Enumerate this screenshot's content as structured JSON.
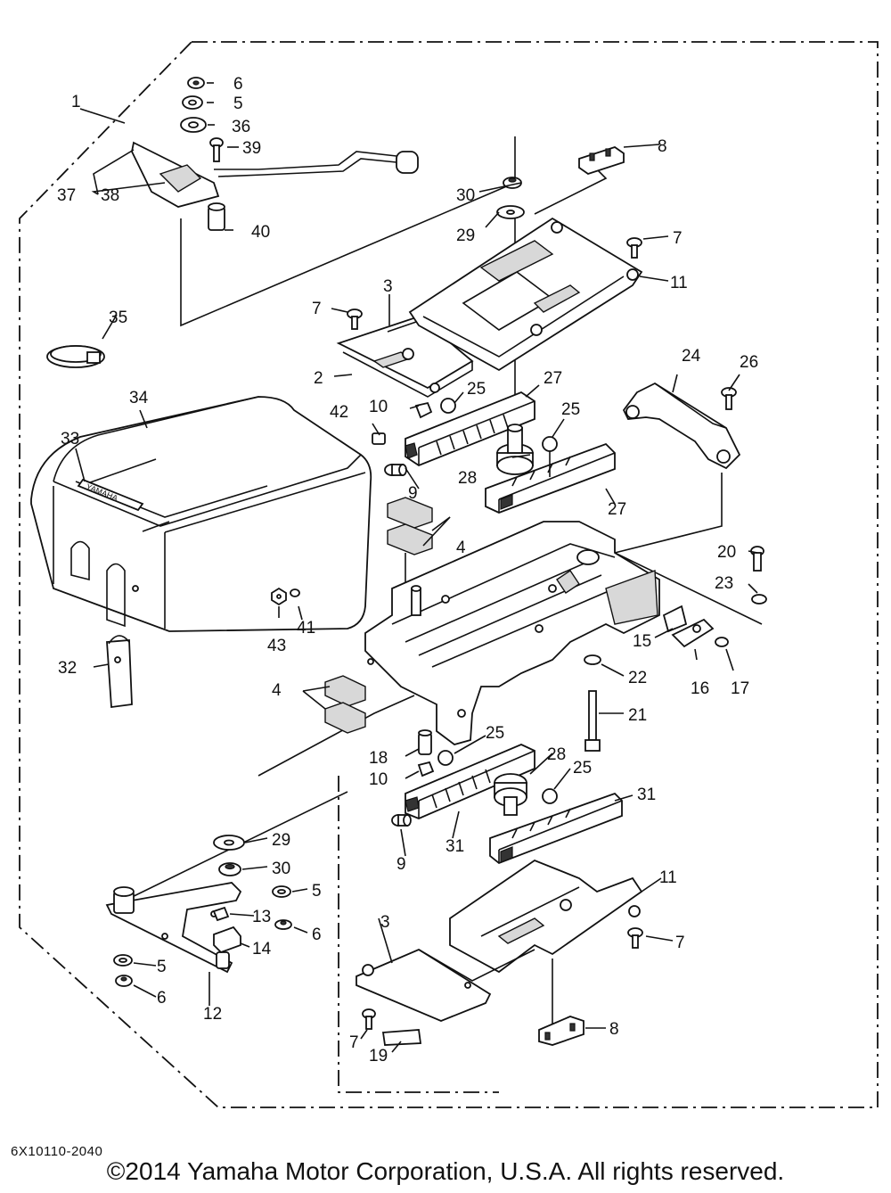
{
  "diagram": {
    "callouts": [
      {
        "id": "1",
        "text": "1"
      },
      {
        "id": "2",
        "text": "2"
      },
      {
        "id": "3a",
        "text": "3"
      },
      {
        "id": "3b",
        "text": "3"
      },
      {
        "id": "4a",
        "text": "4"
      },
      {
        "id": "4b",
        "text": "4"
      },
      {
        "id": "5a",
        "text": "5"
      },
      {
        "id": "5b",
        "text": "5"
      },
      {
        "id": "5c",
        "text": "5"
      },
      {
        "id": "6a",
        "text": "6"
      },
      {
        "id": "6b",
        "text": "6"
      },
      {
        "id": "6c",
        "text": "6"
      },
      {
        "id": "7a",
        "text": "7"
      },
      {
        "id": "7b",
        "text": "7"
      },
      {
        "id": "7c",
        "text": "7"
      },
      {
        "id": "7d",
        "text": "7"
      },
      {
        "id": "8a",
        "text": "8"
      },
      {
        "id": "8b",
        "text": "8"
      },
      {
        "id": "9a",
        "text": "9"
      },
      {
        "id": "9b",
        "text": "9"
      },
      {
        "id": "10a",
        "text": "10"
      },
      {
        "id": "10b",
        "text": "10"
      },
      {
        "id": "11a",
        "text": "11"
      },
      {
        "id": "11b",
        "text": "11"
      },
      {
        "id": "12",
        "text": "12"
      },
      {
        "id": "13",
        "text": "13"
      },
      {
        "id": "14",
        "text": "14"
      },
      {
        "id": "15",
        "text": "15"
      },
      {
        "id": "16",
        "text": "16"
      },
      {
        "id": "17",
        "text": "17"
      },
      {
        "id": "18",
        "text": "18"
      },
      {
        "id": "19",
        "text": "19"
      },
      {
        "id": "20",
        "text": "20"
      },
      {
        "id": "21",
        "text": "21"
      },
      {
        "id": "22",
        "text": "22"
      },
      {
        "id": "23",
        "text": "23"
      },
      {
        "id": "24",
        "text": "24"
      },
      {
        "id": "25a",
        "text": "25"
      },
      {
        "id": "25b",
        "text": "25"
      },
      {
        "id": "25c",
        "text": "25"
      },
      {
        "id": "25d",
        "text": "25"
      },
      {
        "id": "26",
        "text": "26"
      },
      {
        "id": "27a",
        "text": "27"
      },
      {
        "id": "27b",
        "text": "27"
      },
      {
        "id": "28a",
        "text": "28"
      },
      {
        "id": "28b",
        "text": "28"
      },
      {
        "id": "29a",
        "text": "29"
      },
      {
        "id": "29b",
        "text": "29"
      },
      {
        "id": "30a",
        "text": "30"
      },
      {
        "id": "30b",
        "text": "30"
      },
      {
        "id": "31a",
        "text": "31"
      },
      {
        "id": "31b",
        "text": "31"
      },
      {
        "id": "32",
        "text": "32"
      },
      {
        "id": "33",
        "text": "33"
      },
      {
        "id": "34",
        "text": "34"
      },
      {
        "id": "35",
        "text": "35"
      },
      {
        "id": "36",
        "text": "36"
      },
      {
        "id": "37",
        "text": "37"
      },
      {
        "id": "38",
        "text": "38"
      },
      {
        "id": "39",
        "text": "39"
      },
      {
        "id": "40",
        "text": "40"
      },
      {
        "id": "41",
        "text": "41"
      },
      {
        "id": "42",
        "text": "42"
      },
      {
        "id": "43",
        "text": "43"
      }
    ],
    "cover_logo": "YAMAHA"
  },
  "footer": {
    "code": "6X10110-2040",
    "copyright": "©2014 Yamaha Motor Corporation, U.S.A. All rights reserved."
  }
}
